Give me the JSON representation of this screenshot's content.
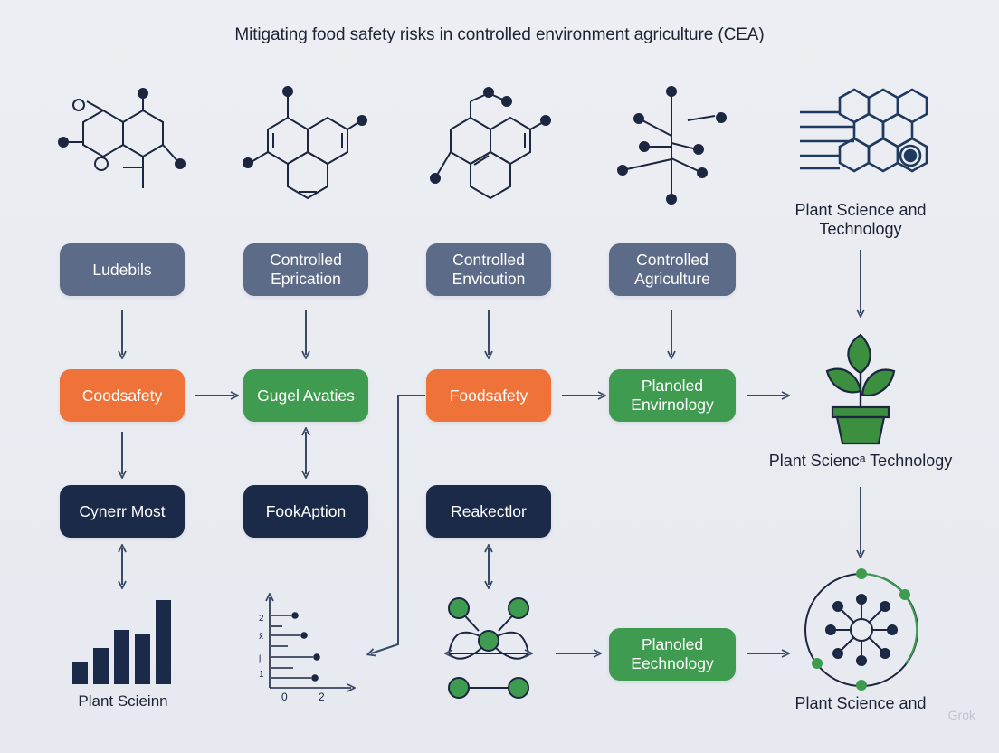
{
  "title": "Mitigating food safety risks in controlled environment agriculture (CEA)",
  "colors": {
    "slate": "#5c6b87",
    "orange": "#ef7238",
    "green": "#3f9b4f",
    "navy": "#1b2a48",
    "arrow": "#3a4a66",
    "leaf": "#3c8f3f"
  },
  "boxes": {
    "r1c1": "Ludebils",
    "r1c2": "Controlled\nEprication",
    "r1c3": "Controlled\nEnvicution",
    "r1c4": "Controlled\nAgriculture",
    "r2c1": "Coodsafety",
    "r2c2": "Gugel Avaties",
    "r2c3": "Foodsafety",
    "r2c4": "Planoled\nEnvirnology",
    "r3c1": "Cynerr Most",
    "r3c2": "FookAption",
    "r3c3": "Reakectlor",
    "r4c4": "Planoled\nEechnology"
  },
  "labels": {
    "top_right": "Plant Science and\nTechnology",
    "mid_right": "Plant Sciencᵃ Technology",
    "bottom_right": "Plant Science and",
    "bottom_left": "Plant Scieinn"
  },
  "mini_chart": {
    "y_ticks": [
      "2",
      "x̄",
      "ḷ",
      "1"
    ],
    "x_ticks": [
      "0",
      "2"
    ]
  },
  "watermark": "Grok"
}
